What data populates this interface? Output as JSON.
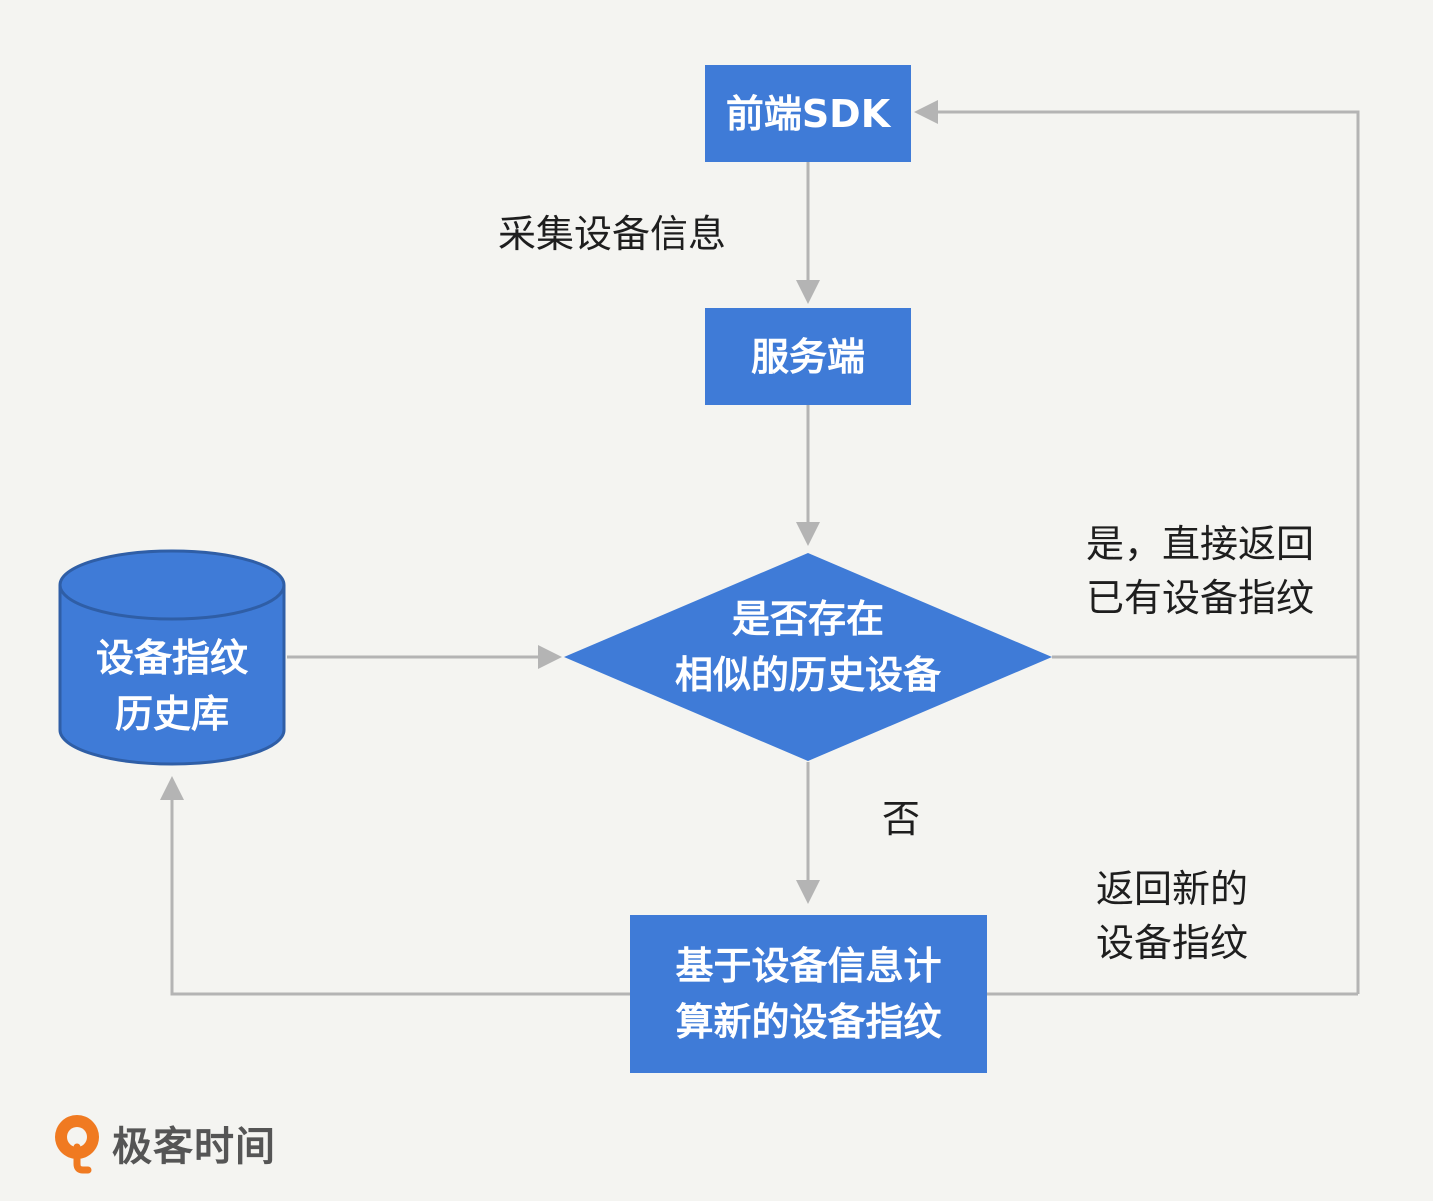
{
  "colors": {
    "node_fill": "#3f7bd7",
    "node_text": "#ffffff",
    "connector": "#b4b4b4",
    "label_text": "#1e1e1e",
    "background": "#f4f4f1",
    "logo_accent": "#f07a21"
  },
  "nodes": {
    "frontend_sdk": "前端SDK",
    "server": "服务端",
    "decision": "是否存在\n相似的历史设备",
    "history_db": "设备指纹\n历史库",
    "compute": "基于设备信息计\n算新的设备指纹"
  },
  "edge_labels": {
    "collect": "采集设备信息",
    "yes_return": "是，直接返回\n已有设备指纹",
    "no": "否",
    "return_new": "返回新的\n设备指纹"
  },
  "brand": {
    "name": "极客时间",
    "icon": "geektime-logo-icon"
  }
}
